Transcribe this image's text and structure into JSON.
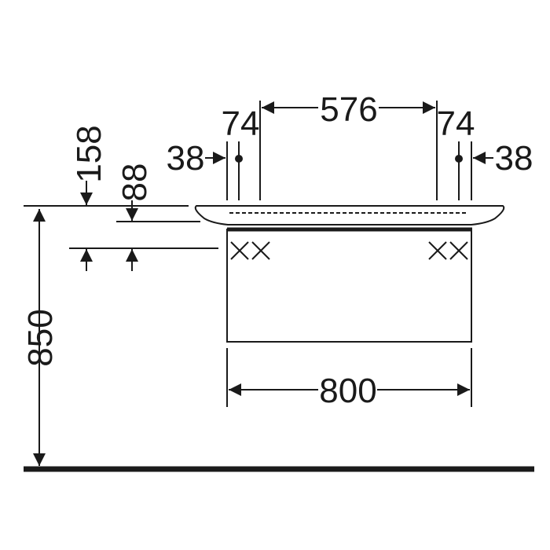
{
  "dimensions": {
    "total_height": "850",
    "width_800": "800",
    "inner_576": "576",
    "offset_74_left": "74",
    "offset_74_right": "74",
    "edge_38_left": "38",
    "edge_38_right": "38",
    "top_158": "158",
    "top_88": "88"
  },
  "colors": {
    "line": "#1a1a1a",
    "background": "#ffffff"
  }
}
